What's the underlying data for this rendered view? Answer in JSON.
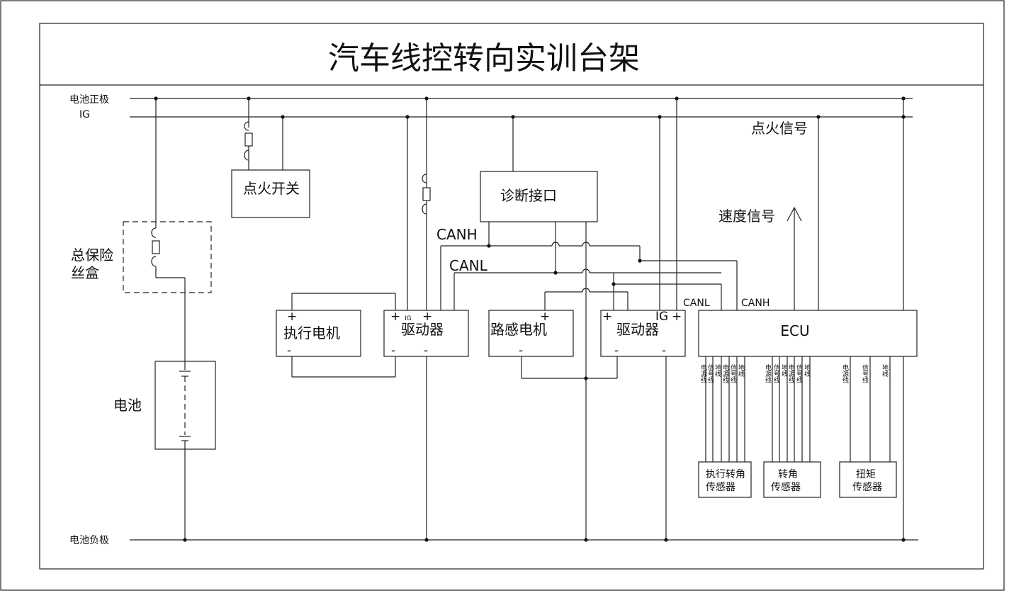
{
  "title": "汽车线控转向实训台架",
  "rails": {
    "battery_pos": "电池正极",
    "ig": "IG",
    "battery_neg": "电池负极"
  },
  "components": {
    "ignition_switch": "点火开关",
    "main_fuse_line1": "总保险",
    "main_fuse_line2": "丝盒",
    "battery": "电池",
    "diag_port": "诊断接口",
    "actuator_motor": "执行电机",
    "driver_left": "驱动器",
    "road_feel_motor": "路感电机",
    "driver_right": "驱动器",
    "ecu": "ECU",
    "sensor_actuator_line1": "执行转角",
    "sensor_actuator_line2": "传感器",
    "sensor_angle_line1": "转角",
    "sensor_angle_line2": "传感器",
    "sensor_torque_line1": "扭矩",
    "sensor_torque_line2": "传感器"
  },
  "signals": {
    "ignition_signal": "点火信号",
    "speed_signal": "速度信号",
    "canh_left": "CANH",
    "canl_left": "CANL",
    "canl_ecu": "CANL",
    "canh_ecu": "CANH"
  },
  "pins": {
    "plus": "+",
    "minus": "-",
    "ig": "IG",
    "ig_big": "IG",
    "power": "电源线",
    "signal": "信号线",
    "ground": "地线"
  }
}
